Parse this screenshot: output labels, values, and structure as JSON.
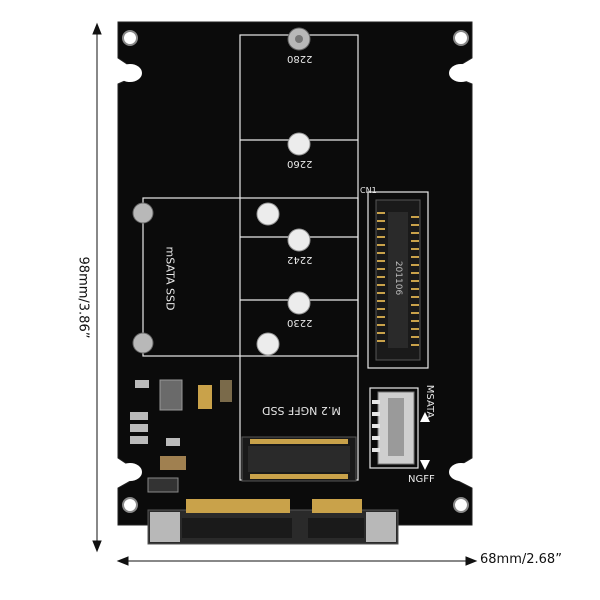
{
  "dimensions": {
    "height_label": "98mm/3.86”",
    "width_label": "68mm/2.68”"
  },
  "board": {
    "msata_label": "mSATA SSD",
    "m2_label": "M.2  NGFF SSD",
    "len_2280": "2280",
    "len_2260": "2260",
    "len_2242": "2242",
    "len_2230": "2230",
    "switch_top": "MSATA",
    "switch_bottom": "NGFF",
    "chip_code": "201106",
    "conn_label": "CN1"
  },
  "colors": {
    "pcb": "#0b0b0b",
    "silkscreen": "#e8e8e8",
    "gold": "#c9a24a",
    "metal": "#b8b8b8"
  }
}
